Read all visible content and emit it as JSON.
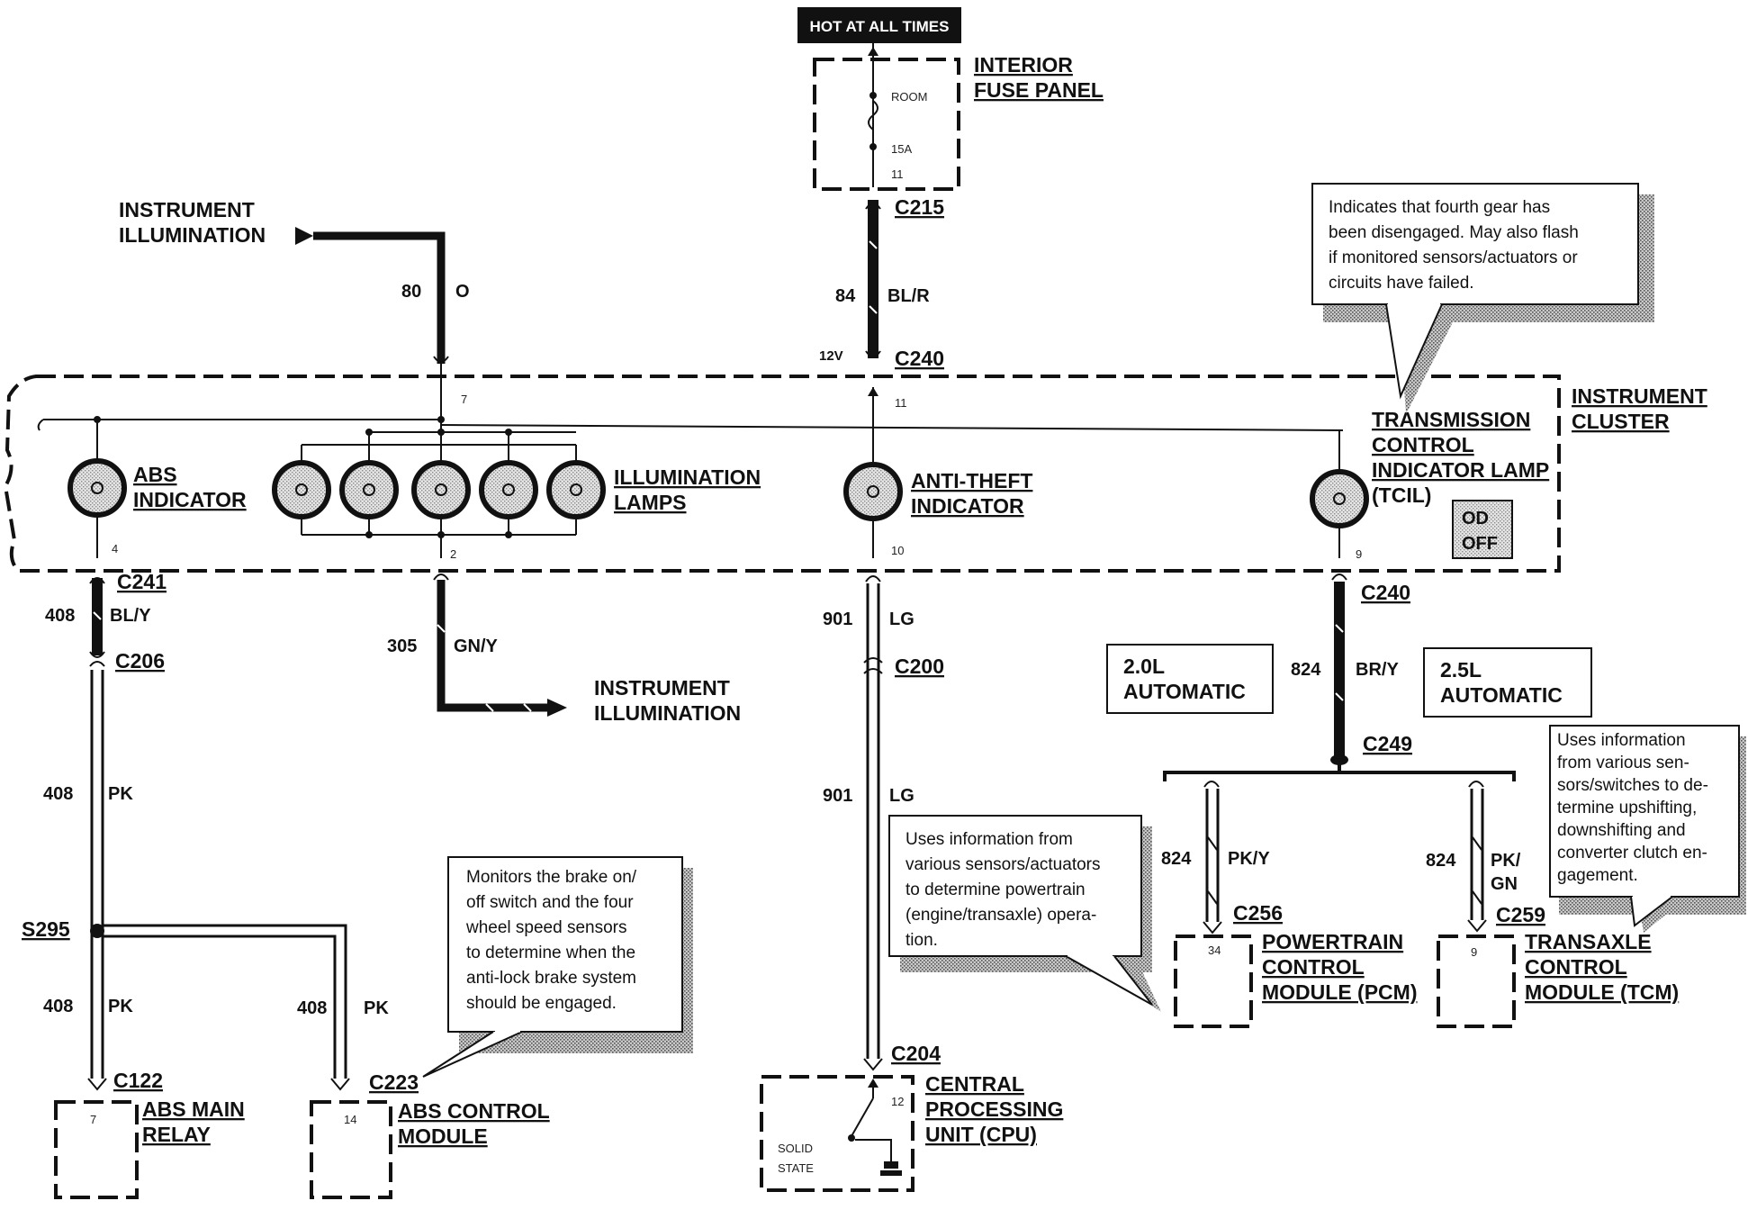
{
  "hot_at_all_times": "HOT AT ALL TIMES",
  "fuse_panel": {
    "title_1": "INTERIOR",
    "title_2": "FUSE PANEL",
    "room": "ROOM",
    "fuse": "15A",
    "pin": "11"
  },
  "instrument_illumination_in": {
    "line1": "INSTRUMENT",
    "line2": "ILLUMINATION"
  },
  "instrument_illumination_out": {
    "line1": "INSTRUMENT",
    "line2": "ILLUMINATION"
  },
  "connectors": {
    "c215": "C215",
    "c240_top": "C240",
    "c241": "C241",
    "c206": "C206",
    "c200": "C200",
    "c240_right": "C240",
    "c249": "C249",
    "c256": "C256",
    "c259": "C259",
    "c204": "C204",
    "c122": "C122",
    "c223": "C223",
    "s295": "S295"
  },
  "voltage": "12V",
  "wires": {
    "w80_num": "80",
    "w80_color": "O",
    "w84_num": "84",
    "w84_color": "BL/R",
    "w408a_num": "408",
    "w408a_color": "BL/Y",
    "w305_num": "305",
    "w305_color": "GN/Y",
    "w901a_num": "901",
    "w901a_color": "LG",
    "w901b_num": "901",
    "w901b_color": "LG",
    "w408b_num": "408",
    "w408b_color": "PK",
    "w408c_num": "408",
    "w408c_color": "PK",
    "w408d_num": "408",
    "w408d_color": "PK",
    "w824a_num": "824",
    "w824a_color": "BR/Y",
    "w824b_num": "824",
    "w824b_color": "PK/Y",
    "w824c_num": "824",
    "w824c_color_1": "PK/",
    "w824c_color_2": "GN"
  },
  "cluster": {
    "title_1": "INSTRUMENT",
    "title_2": "CLUSTER",
    "abs_1": "ABS",
    "abs_2": "INDICATOR",
    "illum_1": "ILLUMINATION",
    "illum_2": "LAMPS",
    "antitheft_1": "ANTI-THEFT",
    "antitheft_2": "INDICATOR",
    "tcil_1": "TRANSMISSION",
    "tcil_2": "CONTROL",
    "tcil_3": "INDICATOR LAMP",
    "tcil_4": "(TCIL)",
    "od_1": "OD",
    "od_2": "OFF",
    "pins": {
      "p7": "7",
      "p11": "11",
      "p4": "4",
      "p2": "2",
      "p10": "10",
      "p9": "9"
    }
  },
  "notes": {
    "tcil": [
      "Indicates that fourth gear has",
      "been disengaged. May also flash",
      "if monitored sensors/actuators or",
      "circuits have failed."
    ],
    "abs": [
      "Monitors the brake on/",
      "off switch and the four",
      "wheel speed sensors",
      "to determine when the",
      "anti-lock brake system",
      "should be engaged."
    ],
    "pcm": [
      "Uses information from",
      "various sensors/actuators",
      "to determine powertrain",
      "(engine/transaxle) opera-",
      "tion."
    ],
    "tcm": [
      "Uses information",
      "from various sen-",
      "sors/switches to de-",
      "termine upshifting,",
      "downshifting and",
      "converter clutch en-",
      "gagement."
    ]
  },
  "engine_20": {
    "line1": "2.0L",
    "line2": "AUTOMATIC"
  },
  "engine_25": {
    "line1": "2.5L",
    "line2": "AUTOMATIC"
  },
  "abs_relay": {
    "line1": "ABS MAIN",
    "line2": "RELAY",
    "pin": "7"
  },
  "abs_module": {
    "line1": "ABS CONTROL",
    "line2": "MODULE",
    "pin": "14"
  },
  "cpu": {
    "line1": "CENTRAL",
    "line2": "PROCESSING",
    "line3": "UNIT (CPU)",
    "pin": "12",
    "solid": "SOLID",
    "state": "STATE"
  },
  "pcm": {
    "line1": "POWERTRAIN",
    "line2": "CONTROL",
    "line3": "MODULE (PCM)",
    "pin": "34"
  },
  "tcm": {
    "line1": "TRANSAXLE",
    "line2": "CONTROL",
    "line3": "MODULE (TCM)",
    "pin": "9"
  }
}
